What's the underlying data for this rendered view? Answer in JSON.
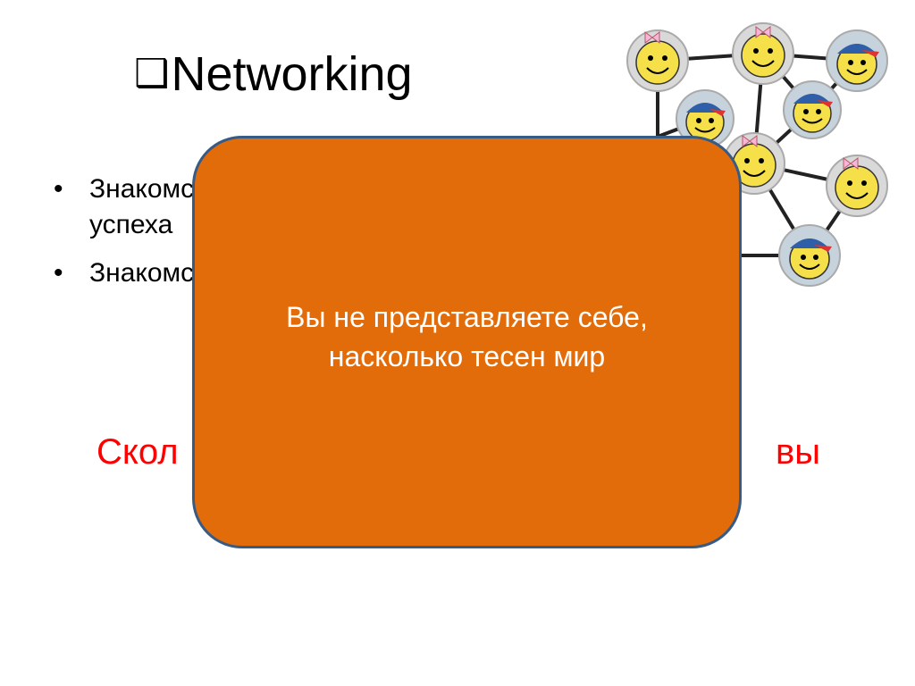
{
  "slide": {
    "title_icon": "checkbox-icon",
    "title": "Networking",
    "bullets": [
      {
        "line1": "Знакомства",
        "line2": "успеха"
      },
      {
        "line1": "Знакомства",
        "line2": ""
      }
    ],
    "red_text_left": "Скол",
    "red_text_right": "вы"
  },
  "popup": {
    "text": "Вы не представляете себе, насколько тесен мир",
    "color": "#e36c0a",
    "border_color": "#375b84"
  },
  "network_image": {
    "icon": "social-network-smileys-icon"
  }
}
